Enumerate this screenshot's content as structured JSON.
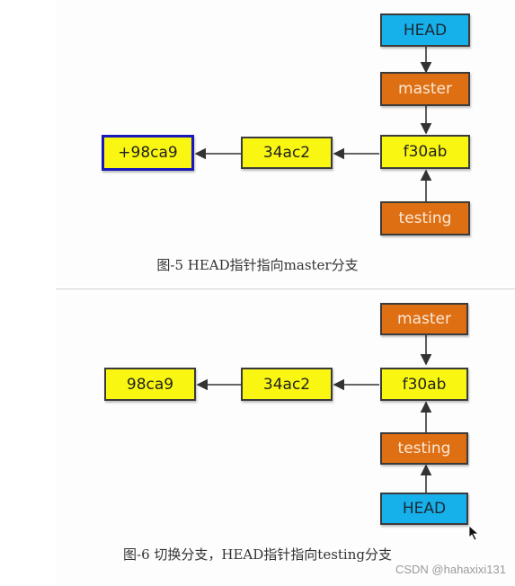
{
  "figure1": {
    "nodes": {
      "head": "HEAD",
      "master": "master",
      "f30ab": "f30ab",
      "c34ac2": "34ac2",
      "c98ca9": "+98ca9",
      "testing": "testing"
    },
    "caption": "图-5 HEAD指针指向master分支"
  },
  "figure2": {
    "nodes": {
      "master": "master",
      "f30ab": "f30ab",
      "c34ac2": "34ac2",
      "c98ca9": "98ca9",
      "testing": "testing",
      "head": "HEAD"
    },
    "caption": "图-6 切换分支，HEAD指针指向testing分支"
  },
  "watermark": "CSDN @hahaxixi131",
  "colors": {
    "commit": "#f9f711",
    "branch": "#de6f12",
    "head": "#16b0ea",
    "selection": "#1a1ab8"
  }
}
